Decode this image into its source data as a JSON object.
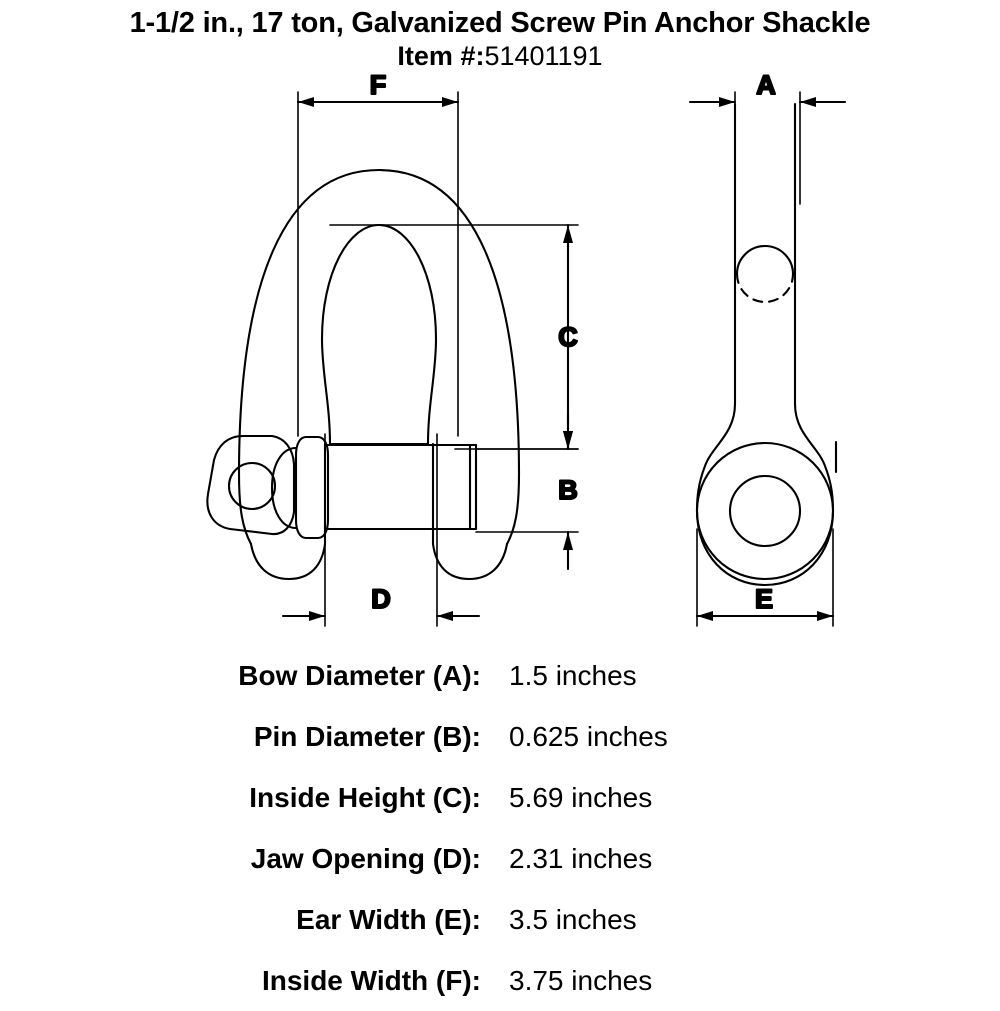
{
  "title": {
    "product_name": "1-1/2 in., 17 ton, Galvanized Screw Pin Anchor Shackle",
    "item_prefix": "Item #:",
    "item_number": "51401191"
  },
  "drawing": {
    "front_view": {
      "name": "screw-pin-anchor-shackle-front-view",
      "dimension_labels": [
        "F",
        "C",
        "B",
        "D"
      ]
    },
    "side_view": {
      "name": "screw-pin-anchor-shackle-side-view",
      "dimension_labels": [
        "A",
        "E"
      ]
    },
    "labels": {
      "F": "F",
      "C": "C",
      "B": "B",
      "D": "D",
      "A": "A",
      "E": "E"
    }
  },
  "specs": {
    "unit": "inches",
    "rows": [
      {
        "key": "A",
        "label": "Bow Diameter (A):",
        "value": "1.5 inches",
        "number": 1.5
      },
      {
        "key": "B",
        "label": "Pin Diameter (B):",
        "value": "0.625 inches",
        "number": 0.625
      },
      {
        "key": "C",
        "label": "Inside Height (C):",
        "value": "5.69 inches",
        "number": 5.69
      },
      {
        "key": "D",
        "label": "Jaw Opening (D):",
        "value": "2.31 inches",
        "number": 2.31
      },
      {
        "key": "E",
        "label": "Ear Width (E):",
        "value": "3.5 inches",
        "number": 3.5
      },
      {
        "key": "F",
        "label": "Inside Width (F):",
        "value": "3.75 inches",
        "number": 3.75
      }
    ]
  },
  "colors": {
    "background": "#ffffff",
    "ink": "#000000",
    "outline": "#1a1a1a"
  }
}
